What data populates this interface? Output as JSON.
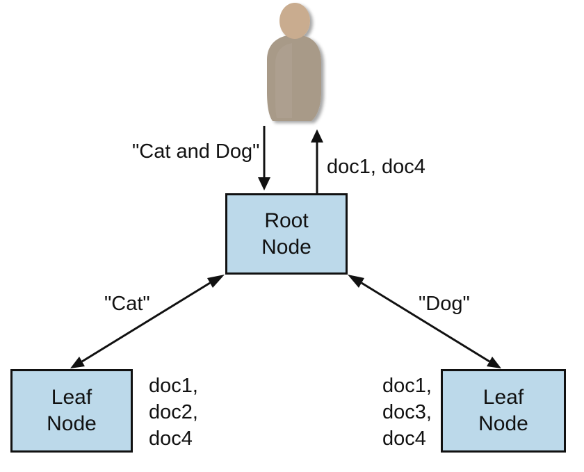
{
  "nodes": {
    "root": {
      "line1": "Root",
      "line2": "Node"
    },
    "leaf_left": {
      "line1": "Leaf",
      "line2": "Node"
    },
    "leaf_right": {
      "line1": "Leaf",
      "line2": "Node"
    }
  },
  "edges": {
    "query_label": "\"Cat and Dog\"",
    "result_label": "doc1, doc4",
    "left_label": "\"Cat\"",
    "right_label": "\"Dog\""
  },
  "leaf_results": {
    "left": [
      "doc1,",
      "doc2,",
      "doc4"
    ],
    "right": [
      "doc1,",
      "doc3,",
      "doc4"
    ]
  },
  "colors": {
    "node_fill": "#bcd9ea",
    "user_fill": "#a89a88",
    "user_head": "#c9ac8f",
    "line": "#111111"
  },
  "icons": {
    "user": "person-icon"
  }
}
